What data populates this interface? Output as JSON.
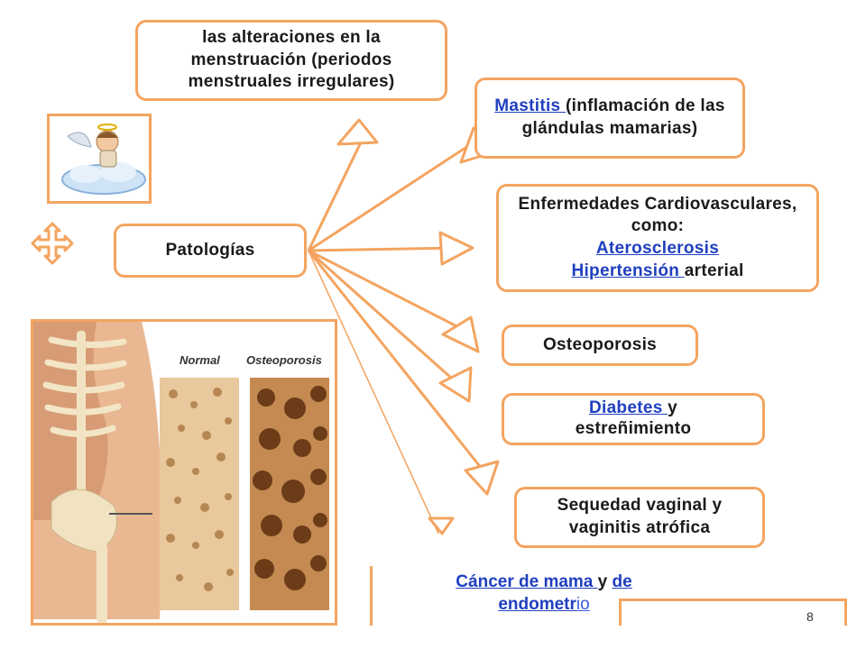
{
  "nodes": {
    "menstruacion": {
      "text": "las alteraciones en la menstruación (periodos menstruales irregulares)"
    },
    "patologias": {
      "text": "Patologías"
    },
    "mastitis": {
      "link": "Mastitis ",
      "rest": "(inflamación de las glándulas mamarias)"
    },
    "cardio": {
      "line1": "Enfermedades Cardiovasculares, como:",
      "link1": "Aterosclerosis",
      "link2": "Hipertensión ",
      "rest": "arterial"
    },
    "osteoporosis": {
      "text": "Osteoporosis"
    },
    "diabetes": {
      "link": "Diabetes ",
      "rest1": "y",
      "rest2": "estreñimiento"
    },
    "sequedad": {
      "text": "Sequedad vaginal y vaginitis atrófica"
    },
    "cancer": {
      "link1": "Cáncer de mama ",
      "mid": "y",
      "link2": "de",
      "link3": "endometr",
      "link4": "io"
    }
  },
  "image_labels": {
    "normal": "Normal",
    "osteoporosis": "Osteoporosis"
  },
  "page_number": "8",
  "colors": {
    "accent": "#f4a460",
    "link": "#1f3fbf",
    "text": "#1a1a1a"
  }
}
